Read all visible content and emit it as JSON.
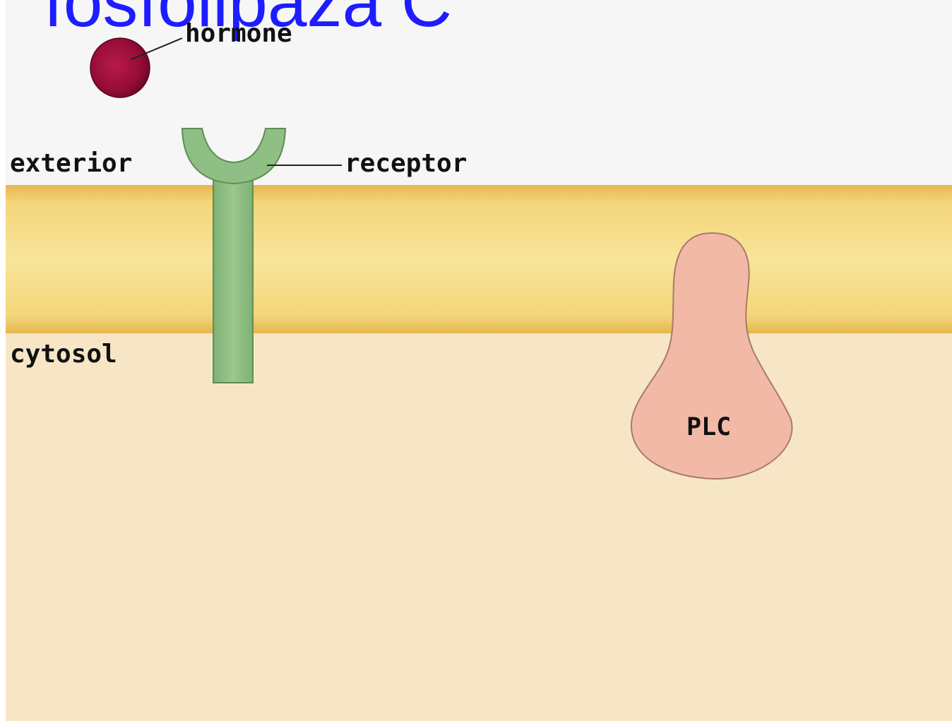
{
  "slide": {
    "title": "fosfolipaza C"
  },
  "diagram": {
    "labels": {
      "hormone": "hormone",
      "exterior": "exterior",
      "receptor": "receptor",
      "cytosol": "cytosol",
      "plc": "PLC"
    }
  },
  "colors": {
    "title_text": "#1d1dff",
    "exterior_bg": "#f7f7f7",
    "membrane": "#f6dd86",
    "membrane_edge": "#e9bb52",
    "cytosol_bg": "#f7e6c6",
    "receptor_fill": "#8fbf84",
    "receptor_stroke": "#5d8f55",
    "hormone_fill": "#9a0f3a",
    "plc_fill": "#f2b9a7",
    "plc_stroke": "#b07e68"
  }
}
